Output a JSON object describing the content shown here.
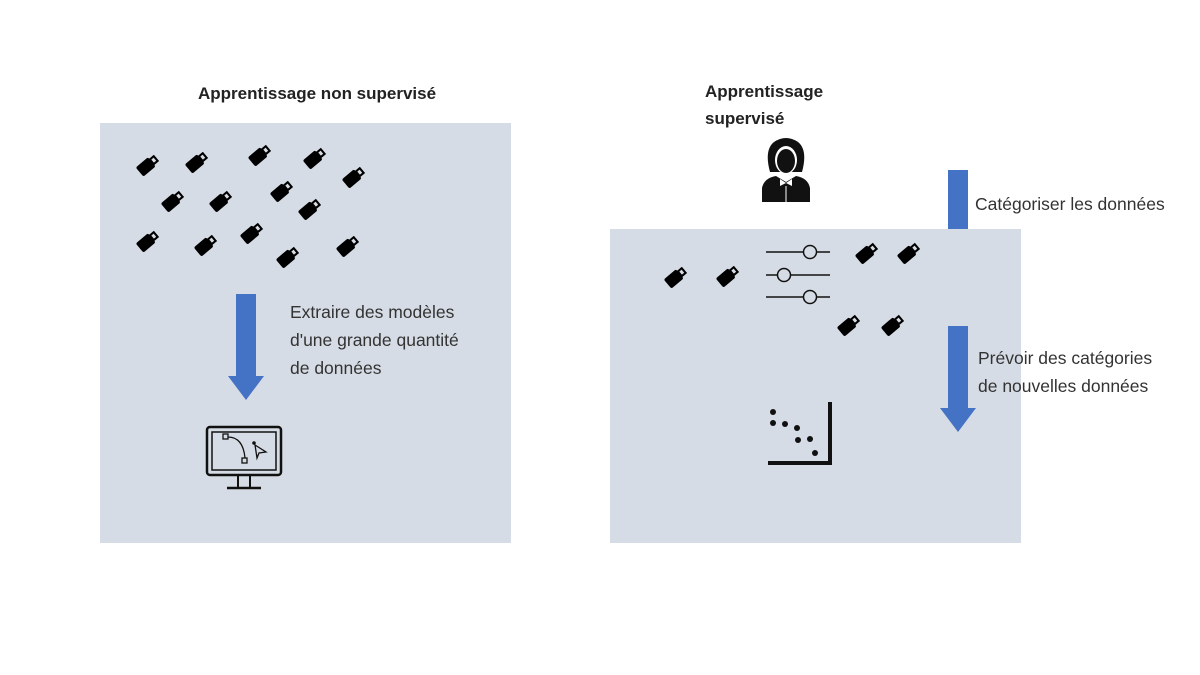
{
  "left": {
    "title": "Apprentissage non supervisé",
    "description": [
      "Extraire des modèles",
      "d'une grande quantité",
      "de données"
    ]
  },
  "right": {
    "title": [
      "Apprentissage",
      "supervisé"
    ],
    "step1": "Catégoriser les données",
    "step2": [
      "Prévoir des catégories",
      "de nouvelles données"
    ]
  },
  "colors": {
    "panel": "#d6dce5",
    "arrow": "#4472c4"
  }
}
